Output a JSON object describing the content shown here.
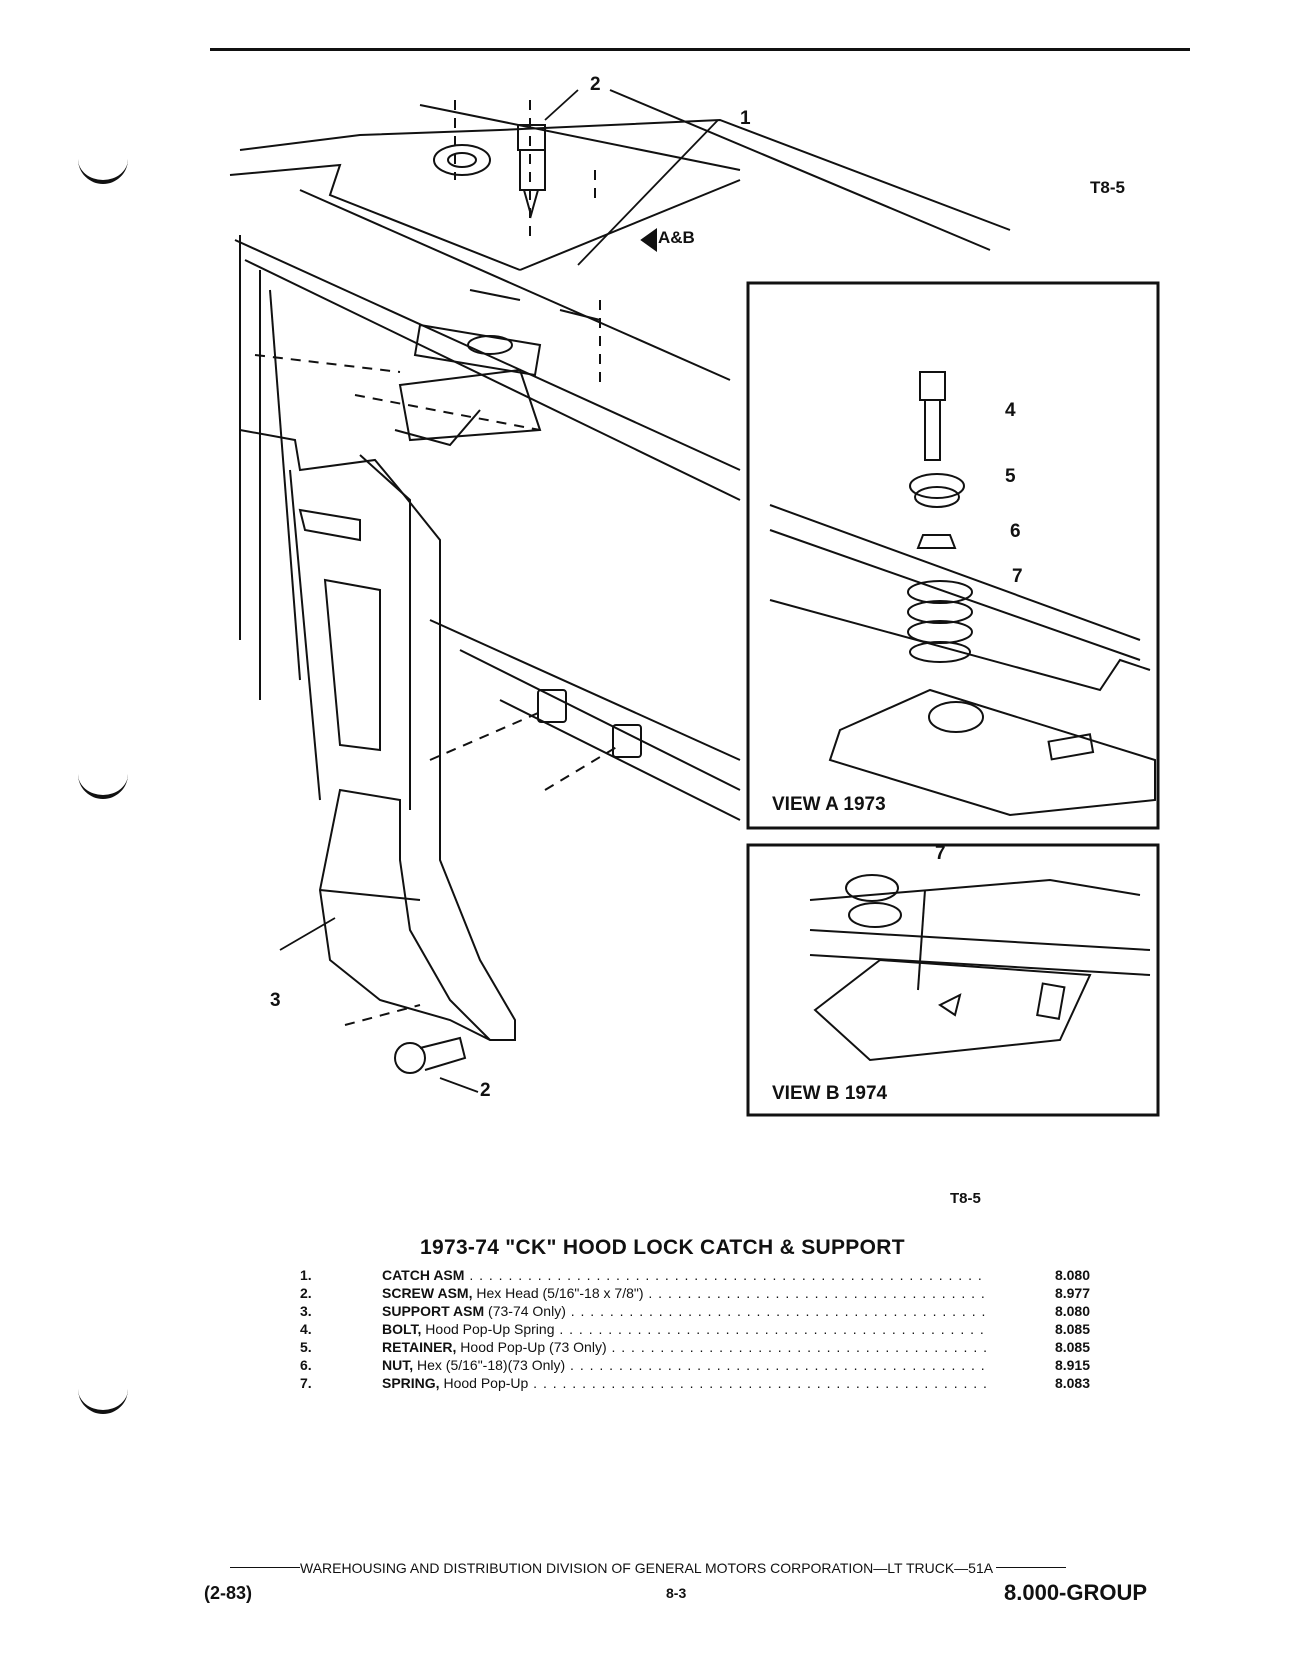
{
  "figure": {
    "code_top": "T8-5",
    "code_bottom": "T8-5",
    "arrow_label": "A&B",
    "view_a_label": "VIEW A 1973",
    "view_b_label": "VIEW B 1974",
    "callouts": [
      "1",
      "2",
      "2",
      "3",
      "4",
      "5",
      "6",
      "7",
      "7"
    ]
  },
  "parts": {
    "title": "1973-74 \"CK\" HOOD LOCK CATCH & SUPPORT",
    "items": [
      {
        "num": "1.",
        "name": "CATCH ASM",
        "detail": "",
        "group": "8.080"
      },
      {
        "num": "2.",
        "name": "SCREW ASM,",
        "detail": " Hex Head (5/16\"-18 x 7/8\")",
        "group": "8.977"
      },
      {
        "num": "3.",
        "name": "SUPPORT ASM",
        "detail": " (73-74 Only)",
        "group": "8.080"
      },
      {
        "num": "4.",
        "name": "BOLT,",
        "detail": " Hood Pop-Up Spring",
        "group": "8.085"
      },
      {
        "num": "5.",
        "name": "RETAINER,",
        "detail": " Hood Pop-Up (73 Only)",
        "group": "8.085"
      },
      {
        "num": "6.",
        "name": "NUT,",
        "detail": " Hex (5/16\"-18)(73 Only)",
        "group": "8.915"
      },
      {
        "num": "7.",
        "name": "SPRING,",
        "detail": " Hood Pop-Up",
        "group": "8.083"
      }
    ]
  },
  "footer": {
    "publisher": "WAREHOUSING AND DISTRIBUTION DIVISION OF GENERAL MOTORS CORPORATION—LT TRUCK—51A",
    "date": "(2-83)",
    "page": "8-3",
    "group": "8.000-GROUP"
  }
}
